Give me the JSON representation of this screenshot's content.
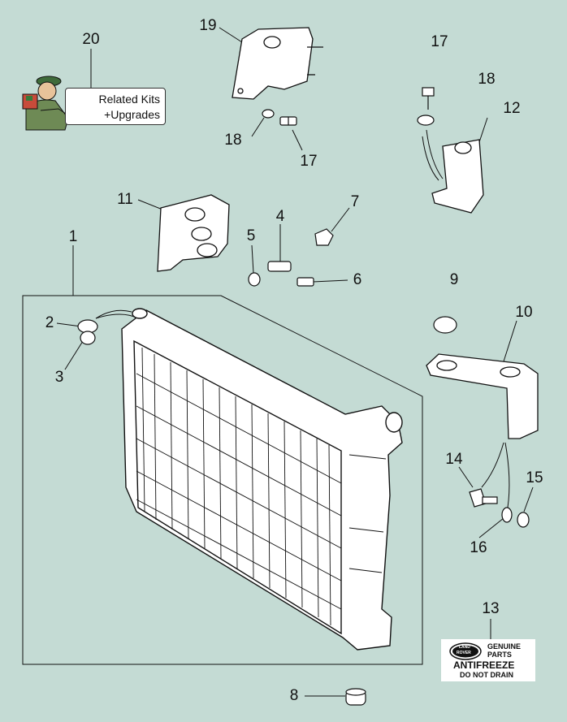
{
  "callouts": [
    {
      "id": "20",
      "label": "20"
    },
    {
      "id": "19",
      "label": "19"
    },
    {
      "id": "17a",
      "label": "17"
    },
    {
      "id": "18a",
      "label": "18"
    },
    {
      "id": "12",
      "label": "12"
    },
    {
      "id": "18b",
      "label": "18"
    },
    {
      "id": "17b",
      "label": "17"
    },
    {
      "id": "11",
      "label": "11"
    },
    {
      "id": "7",
      "label": "7"
    },
    {
      "id": "4",
      "label": "4"
    },
    {
      "id": "5",
      "label": "5"
    },
    {
      "id": "1",
      "label": "1"
    },
    {
      "id": "6",
      "label": "6"
    },
    {
      "id": "9",
      "label": "9"
    },
    {
      "id": "2",
      "label": "2"
    },
    {
      "id": "10",
      "label": "10"
    },
    {
      "id": "3",
      "label": "3"
    },
    {
      "id": "14",
      "label": "14"
    },
    {
      "id": "15",
      "label": "15"
    },
    {
      "id": "16",
      "label": "16"
    },
    {
      "id": "13",
      "label": "13"
    },
    {
      "id": "8",
      "label": "8"
    }
  ],
  "related_kits": {
    "line1": "Related Kits",
    "line2": "+Upgrades"
  },
  "antifreeze_label": {
    "logo_top": "LAND",
    "logo_bottom": "ROVER",
    "genuine": "GENUINE",
    "parts": "PARTS",
    "title": "ANTIFREEZE",
    "subtitle": "DO NOT DRAIN"
  },
  "colors": {
    "background": "#c4dbd4",
    "ink": "#111111"
  }
}
